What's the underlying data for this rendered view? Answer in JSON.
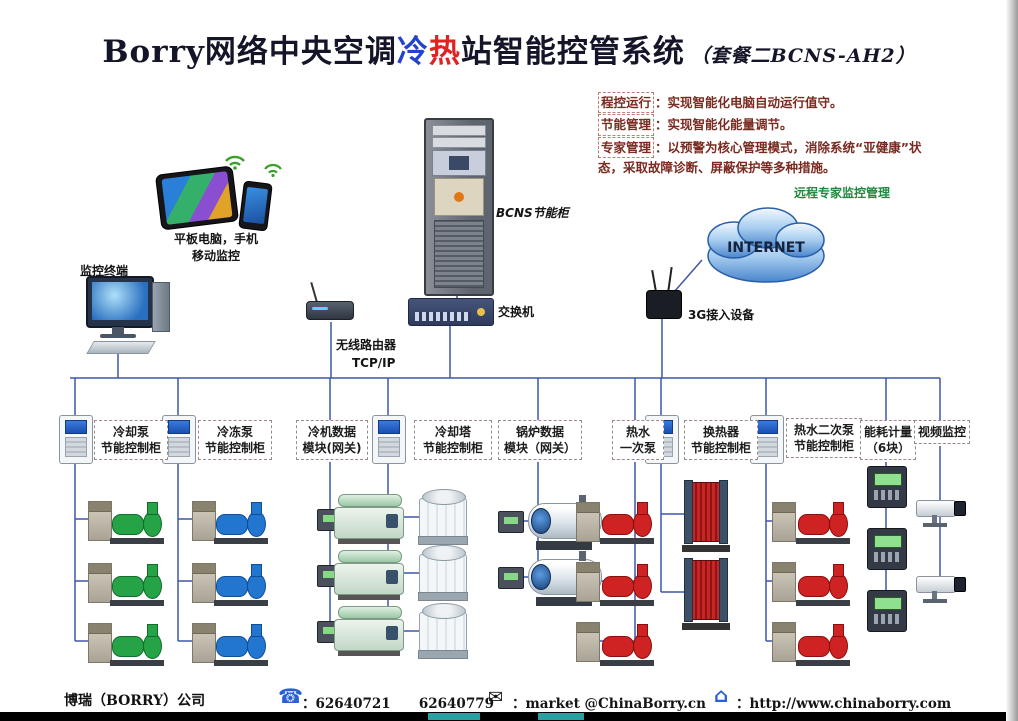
{
  "title": {
    "part1": "Borry网络中央空调",
    "cold": "冷",
    "hot": "热",
    "part2": "站智能控管系统",
    "suffix": "（套餐二BCNS-AH2）"
  },
  "features": [
    {
      "label": "程控运行",
      "text": "：实现智能化电脑自动运行值守。"
    },
    {
      "label": "节能管理",
      "text": "：实现智能化能量调节。"
    },
    {
      "label": "专家管理",
      "text": "：以预警为核心管理模式，消除系统“亚健康”状态，采取故障诊断、屏蔽保护等多种措施。"
    }
  ],
  "labels": {
    "mobile_line1": "平板电脑，手机",
    "mobile_line2": "移动监控",
    "terminal": "监控终端",
    "router": "无线路由器",
    "tcpip": "TCP/IP",
    "rack": "BCNS节能柜",
    "switch": "交换机",
    "internet": "INTERNET",
    "remote": "远程专家监控管理",
    "g3": "3G接入设备"
  },
  "groups": [
    {
      "line1": "冷却泵",
      "line2": "节能控制柜"
    },
    {
      "line1": "冷冻泵",
      "line2": "节能控制柜"
    },
    {
      "line1": "冷机数据",
      "line2": "模块(网关)"
    },
    {
      "line1": "冷却塔",
      "line2": "节能控制柜"
    },
    {
      "line1": "锅炉数据",
      "line2": "模块（网关）"
    },
    {
      "line1": "热水",
      "line2": "一次泵"
    },
    {
      "line1": "换热器",
      "line2": "节能控制柜"
    },
    {
      "line1": "热水二次泵",
      "line2": "节能控制柜"
    },
    {
      "line1": "能耗计量",
      "line2": "（6块）"
    },
    {
      "line1": "视频监控",
      "line2": ""
    }
  ],
  "footer": {
    "company": "博瑞（BORRY）公司",
    "phone": "：62640721      62640779",
    "email": "：market @ChinaBorry.cn",
    "website": "：http://www.chinaborry.com"
  },
  "colors": {
    "wire": "#3f57a7",
    "cold": "#2343cc",
    "hot": "#e02222",
    "feature_text": "#7a2a20",
    "remote_label": "#1f8a3f"
  }
}
